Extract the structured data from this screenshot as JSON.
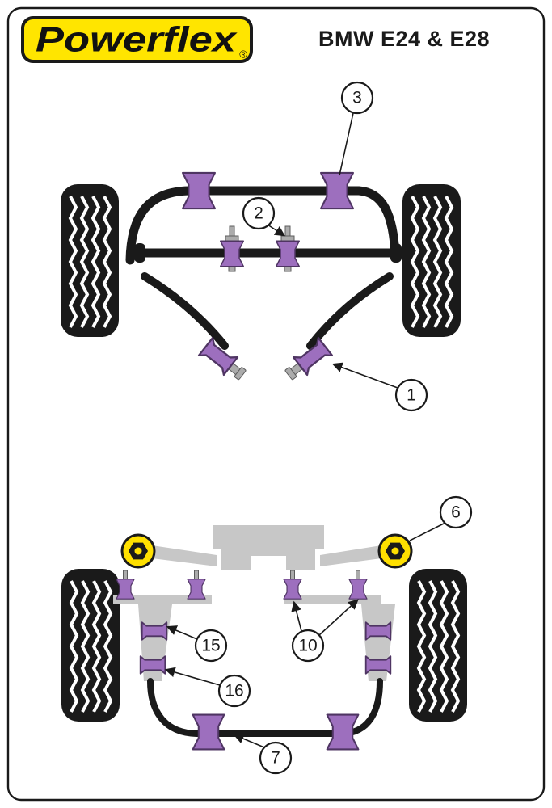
{
  "page": {
    "brand": "Powerflex",
    "registered_mark": "®",
    "title": "BMW E24 & E28"
  },
  "colors": {
    "brand-yellow": "#FFE500",
    "bush-purple": "#9D6FBE",
    "bush-purple-dark": "#4F3563",
    "bush-yellow": "#FFE000",
    "metal-gray": "#C7C7C7",
    "bolt-gray": "#ABABAB",
    "line-black": "#1A1A1A"
  },
  "front_diagram": {
    "callouts": [
      "3",
      "2",
      "1"
    ]
  },
  "rear_diagram": {
    "callouts": [
      "6",
      "15",
      "10",
      "16",
      "7"
    ]
  }
}
